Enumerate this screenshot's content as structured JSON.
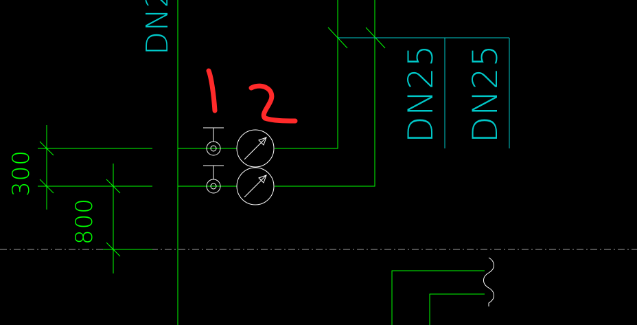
{
  "colors": {
    "background": "#000000",
    "green": "#00ff00",
    "cyan": "#00c8c8",
    "white": "#ffffff",
    "gray": "#a0a0a0",
    "red": "#ff2a2a"
  },
  "labels": {
    "pipe_left_partial": "DN2",
    "pipe_label_1": "DN25",
    "pipe_label_2": "DN25",
    "dim_300": "300",
    "dim_800": "800",
    "marker_1": "1",
    "marker_2": "2"
  },
  "icons": {
    "gauge": "pressure-gauge-icon",
    "valve": "needle-valve-icon",
    "breakline": "break-line-icon"
  }
}
